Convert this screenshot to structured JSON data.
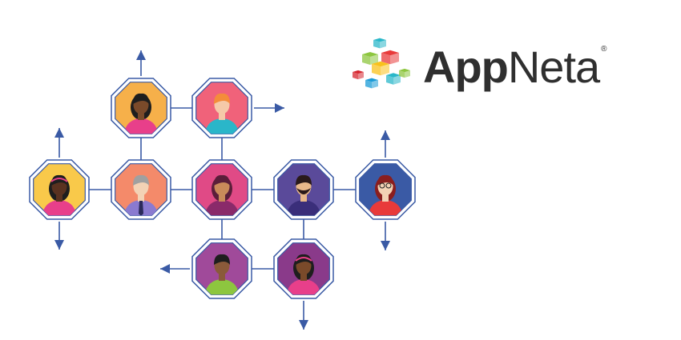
{
  "brand": {
    "name_part_bold": "App",
    "name_part_light": "Neta",
    "registered_mark": "®",
    "cube_colors": [
      "#29b7c9",
      "#8dc63f",
      "#e83a3a",
      "#f9c11c",
      "#d6252e",
      "#1a9bd7"
    ]
  },
  "network": {
    "connector_color": "#3a5aa5",
    "people": [
      {
        "name": "woman-dark-ponytail",
        "bg": "#f6b04a",
        "skin": "#7a4a2a",
        "hair": "#1e1e1e",
        "shirt": "#e83f8a"
      },
      {
        "name": "man-red-hair",
        "bg": "#f0627a",
        "skin": "#f5c9a8",
        "hair": "#f48c3a",
        "shirt": "#2ab6c9"
      },
      {
        "name": "woman-headband",
        "bg": "#f9c94a",
        "skin": "#5a3220",
        "hair": "#1e1e1e",
        "shirt": "#e83f8a"
      },
      {
        "name": "man-gray-hair-tie",
        "bg": "#f48a6a",
        "skin": "#f3d2b5",
        "hair": "#a0a0a0",
        "shirt": "#8a7ad0"
      },
      {
        "name": "woman-short-hair",
        "bg": "#e04a86",
        "skin": "#c98a5a",
        "hair": "#5a1e3a",
        "shirt": "#8a2a6a"
      },
      {
        "name": "man-beard",
        "bg": "#5a4a9a",
        "skin": "#e8b88a",
        "hair": "#2a1a1a",
        "shirt": "#3a2e7a"
      },
      {
        "name": "woman-glasses",
        "bg": "#3a5aa5",
        "skin": "#f3d2b5",
        "hair": "#8a1e1e",
        "shirt": "#e83a3a"
      },
      {
        "name": "man-green-shirt",
        "bg": "#a04a9a",
        "skin": "#8a5a3a",
        "hair": "#1e1e1e",
        "shirt": "#8dc63f"
      },
      {
        "name": "woman-curly-hair",
        "bg": "#8a3a8a",
        "skin": "#7a4a2a",
        "hair": "#1e1e1e",
        "shirt": "#e83f8a"
      }
    ]
  }
}
